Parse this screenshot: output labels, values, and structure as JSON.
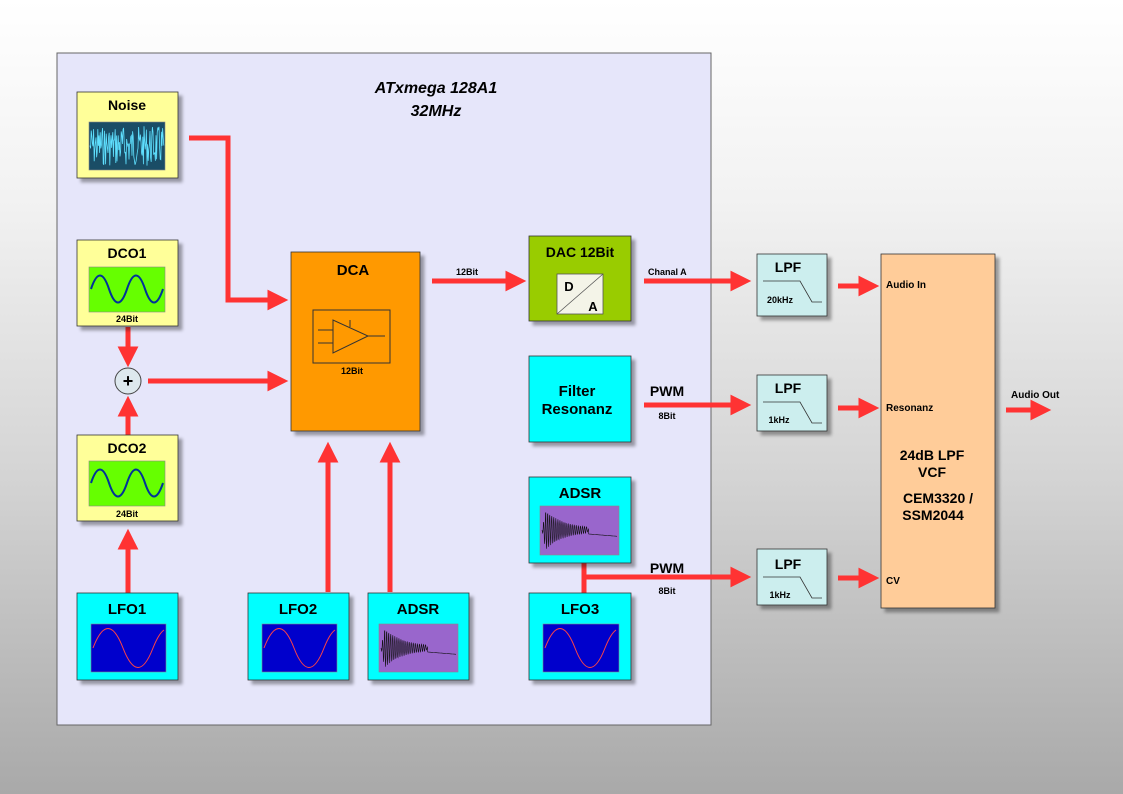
{
  "mcu": {
    "line1": "ATxmega 128A1",
    "line2": "32MHz"
  },
  "blocks": {
    "noise": {
      "label": "Noise"
    },
    "dco1": {
      "label": "DCO1",
      "sub": "24Bit"
    },
    "dco2": {
      "label": "DCO2",
      "sub": "24Bit"
    },
    "mixer": {
      "label": "+"
    },
    "lfo1": {
      "label": "LFO1"
    },
    "lfo2": {
      "label": "LFO2"
    },
    "lfo3": {
      "label": "LFO3"
    },
    "adsr1": {
      "label": "ADSR"
    },
    "adsr2": {
      "label": "ADSR"
    },
    "dca": {
      "label": "DCA",
      "sub": "12Bit"
    },
    "dac": {
      "label": "DAC 12Bit",
      "d": "D",
      "a": "A"
    },
    "filter_res": {
      "line1": "Filter",
      "line2": "Resonanz"
    },
    "lpf1": {
      "label": "LPF",
      "freq": "20kHz"
    },
    "lpf2": {
      "label": "LPF",
      "freq": "1kHz"
    },
    "lpf3": {
      "label": "LPF",
      "freq": "1kHz"
    },
    "vcf": {
      "line1": "24dB LPF",
      "line2": "VCF",
      "line3": "CEM3320 /",
      "line4": "SSM2044",
      "in_audio": "Audio In",
      "in_res": "Resonanz",
      "in_cv": "CV"
    }
  },
  "signals": {
    "dca_to_dac": "12Bit",
    "chanal_a": "Chanal A",
    "pwm1": "PWM",
    "pwm1_bits": "8Bit",
    "pwm2": "PWM",
    "pwm2_bits": "8Bit",
    "audio_out": "Audio Out"
  },
  "colors": {
    "mcu_bg": "#e6e6fa",
    "dco_box": "#ffff99",
    "dco_screen": "#66ff00",
    "noise_screen": "#1a4d66",
    "lfo_box": "#00ffff",
    "lfo_screen": "#0000cc",
    "adsr_screen": "#9966cc",
    "dca": "#ff9900",
    "dac": "#99cc00",
    "lpf": "#cceeee",
    "vcf": "#ffcc99",
    "arrow": "#ff3333"
  }
}
